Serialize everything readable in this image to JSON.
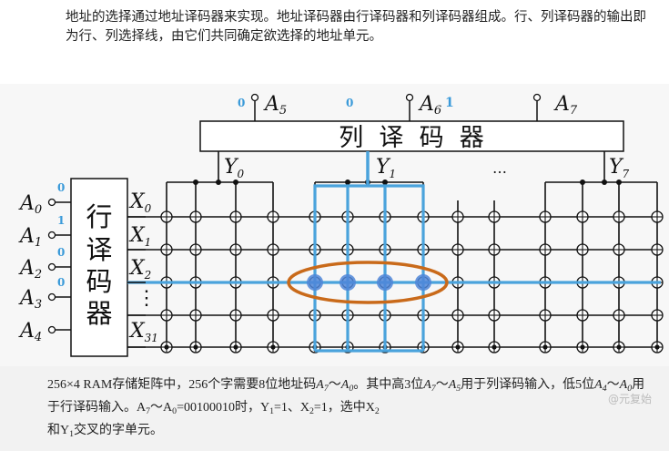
{
  "intro_text": "地址的选择通过地址译码器来实现。地址译码器由行译码器和列译码器组成。行、列译码器的输出即为行、列选择线，由它们共同确定欲选择的地址单元。",
  "col_decoder_label": "列  译  码  器",
  "row_decoder_label": "行译码器",
  "col_address_inputs": [
    {
      "name": "A",
      "sub": "5",
      "bit": "0"
    },
    {
      "name": "A",
      "sub": "6",
      "bit": "0"
    },
    {
      "name": "A",
      "sub": "7",
      "bit": ""
    }
  ],
  "extra_bit_label": "1",
  "row_address_inputs": [
    {
      "name": "A",
      "sub": "0",
      "bit": "0"
    },
    {
      "name": "A",
      "sub": "1",
      "bit": "1"
    },
    {
      "name": "A",
      "sub": "2",
      "bit": "0"
    },
    {
      "name": "A",
      "sub": "3",
      "bit": "0"
    },
    {
      "name": "A",
      "sub": "4",
      "bit": ""
    }
  ],
  "col_outputs": [
    {
      "name": "Y",
      "sub": "0"
    },
    {
      "name": "Y",
      "sub": "1"
    },
    {
      "name": "Y",
      "sub": "7"
    }
  ],
  "col_ellipsis": "…",
  "row_outputs": [
    {
      "name": "X",
      "sub": "0"
    },
    {
      "name": "X",
      "sub": "1"
    },
    {
      "name": "X",
      "sub": "2"
    },
    {
      "name": "X",
      "sub": "31"
    }
  ],
  "row_ellipsis": "⋮",
  "bottom_text": {
    "p1": "256×4 RAM存储矩阵中，256个字需要8位地址码",
    "a7": "A",
    "a7s": "7",
    "tilde1": "～",
    "a0": "A",
    "a0s": "0",
    "p2": "。其中高3位",
    "b7": "A",
    "b7s": "7",
    "tilde2": "～",
    "b5": "A",
    "b5s": "5",
    "p3": "用于列译码输入，低5位",
    "c4": "A",
    "c4s": "4",
    "tilde3": "～",
    "c0": "A",
    "c0s": "0",
    "p4": "用于行译码输入。A",
    "d7s": "7",
    "p5": "～A",
    "d0s": "0",
    "p6": "=00100010时，Y",
    "y1s": "1",
    "p7": "=1、X",
    "x2s": "2",
    "p8": "=1，选中X",
    "x2bs": "2",
    "p9": "和Y",
    "y1bs": "1",
    "p10": "交叉的字单元。"
  },
  "watermark": "@元复始",
  "colors": {
    "highlight_blue": "#4aa3dc",
    "bit_blue": "#3a9ad9",
    "ellipse_orange": "#c96a1a",
    "cell_dot": "#4f86d8",
    "line_black": "#111111"
  }
}
